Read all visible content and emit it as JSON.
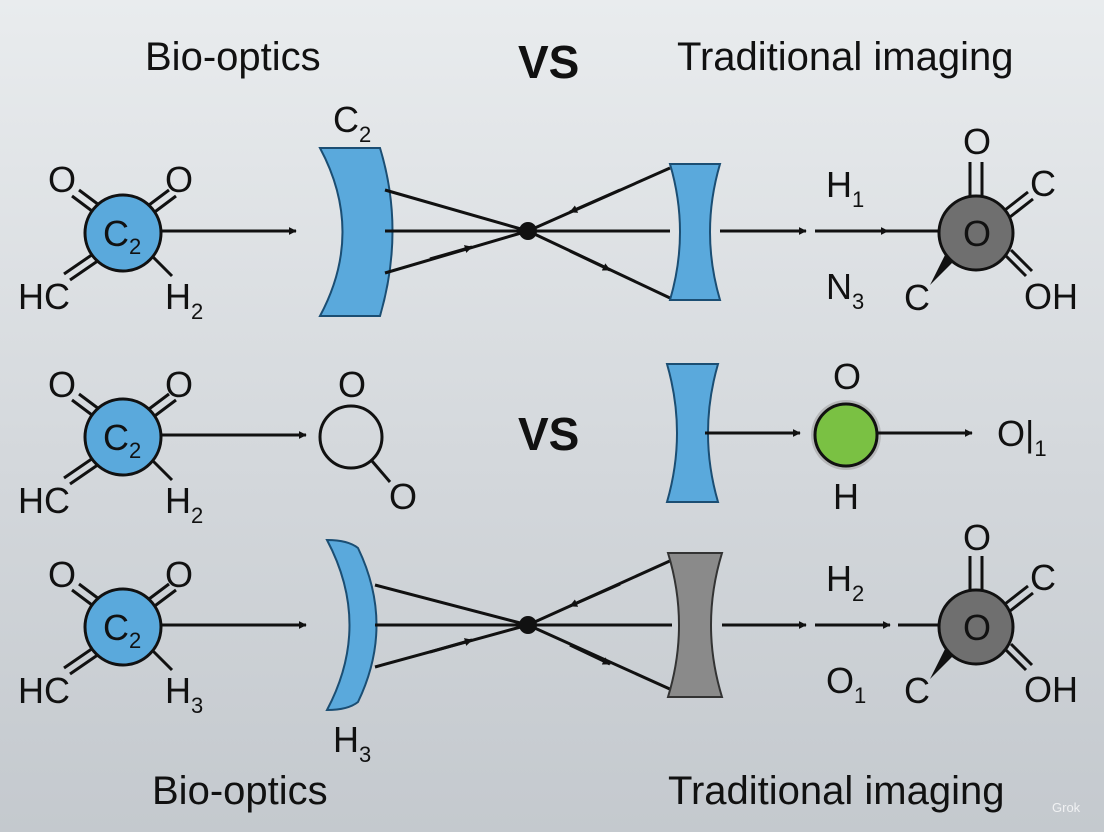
{
  "header": {
    "left": "Bio-optics",
    "vs": "VS",
    "right": "Traditional imaging"
  },
  "footer": {
    "left": "Bio-optics",
    "right": "Traditional imaging"
  },
  "row1": {
    "mol_top_left": "O",
    "mol_top_right": "O",
    "mol_center": "C",
    "mol_center_sub": "2",
    "mol_bottom_left": "HC",
    "mol_bottom_right": "H",
    "mol_bottom_right_sub": "2",
    "lens_label": "C",
    "lens_label_sub": "2",
    "out_top": "H",
    "out_top_sub": "1",
    "out_bottom": "N",
    "out_bottom_sub": "3",
    "ring_top": "O",
    "ring_center": "O",
    "ring_right": "C",
    "ring_bottom_left": "C",
    "ring_bottom_right": "OH"
  },
  "row2": {
    "mol_top_left": "O",
    "mol_top_right": "O",
    "mol_center": "C",
    "mol_center_sub": "2",
    "mol_bottom_left": "HC",
    "mol_bottom_right": "H",
    "mol_bottom_right_sub": "2",
    "ring_top": "O",
    "ring_bottom": "O",
    "vs": "VS",
    "green_top": "O",
    "green_bottom": "H",
    "out_label": "O|",
    "out_label_sub": "1"
  },
  "row3": {
    "mol_top_left": "O",
    "mol_top_right": "O",
    "mol_center": "C",
    "mol_center_sub": "2",
    "mol_bottom_left": "HC",
    "mol_bottom_right": "H",
    "mol_bottom_right_sub": "3",
    "lens_label": "H",
    "lens_label_sub": "3",
    "out_top": "H",
    "out_top_sub": "2",
    "out_bottom": "O",
    "out_bottom_sub": "1",
    "ring_top": "O",
    "ring_center": "O",
    "ring_right": "C",
    "ring_bottom_left": "C",
    "ring_bottom_right": "OH"
  },
  "watermark": "Grok",
  "colors": {
    "lens_blue": "#5aa9dc",
    "lens_gray": "#8a8a8a",
    "green_dot": "#7ac143",
    "dark_gray_ring": "#6f6f6f",
    "stroke": "#111111"
  }
}
